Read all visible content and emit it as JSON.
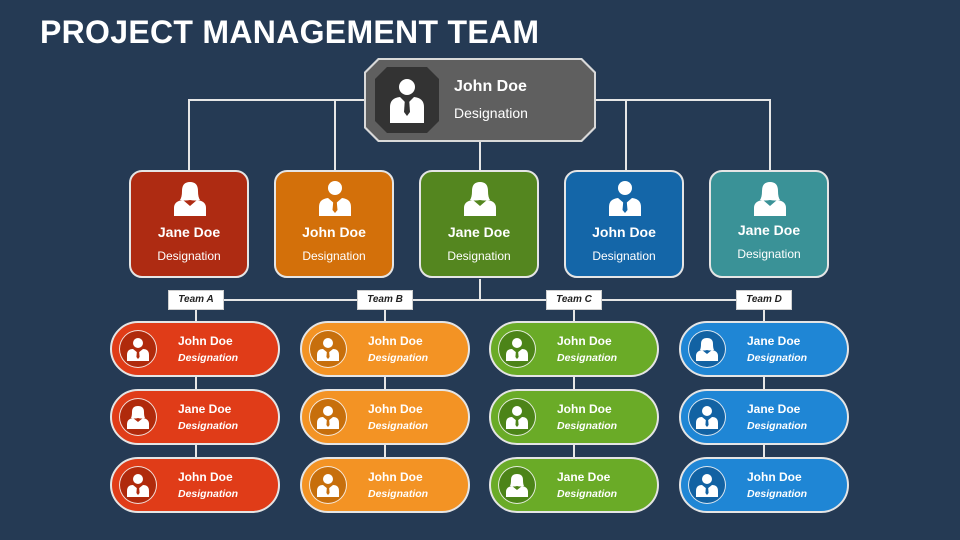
{
  "title": "PROJECT MANAGEMENT TEAM",
  "colors": {
    "background": "#253a54",
    "head": "#5f5f5f",
    "red": "#ae2b12",
    "orange": "#d3700a",
    "green": "#54861f",
    "blue": "#1466a8",
    "teal": "#3a9297",
    "pill_red": "#e03c18",
    "pill_orange": "#f39324",
    "pill_green": "#6aab27",
    "pill_blue": "#1f86d5"
  },
  "head": {
    "name": "John Doe",
    "designation": "Designation",
    "icon": "male-user-icon"
  },
  "managers": [
    {
      "name": "Jane Doe",
      "designation": "Designation",
      "icon": "female-user-icon",
      "color": "#ae2b12"
    },
    {
      "name": "John Doe",
      "designation": "Designation",
      "icon": "male-user-icon",
      "color": "#d3700a"
    },
    {
      "name": "Jane Doe",
      "designation": "Designation",
      "icon": "female-user-icon",
      "color": "#54861f"
    },
    {
      "name": "John Doe",
      "designation": "Designation",
      "icon": "male-user-icon",
      "color": "#1466a8"
    },
    {
      "name": "Jane Doe",
      "designation": "Designation",
      "icon": "female-user-icon",
      "color": "#3a9297"
    }
  ],
  "teams": [
    {
      "label": "Team A",
      "members": [
        {
          "name": "John Doe",
          "designation": "Designation",
          "icon": "male-user-icon"
        },
        {
          "name": "Jane Doe",
          "designation": "Designation",
          "icon": "female-user-icon"
        },
        {
          "name": "John Doe",
          "designation": "Designation",
          "icon": "male-user-icon"
        }
      ]
    },
    {
      "label": "Team B",
      "members": [
        {
          "name": "John Doe",
          "designation": "Designation",
          "icon": "male-user-icon"
        },
        {
          "name": "John Doe",
          "designation": "Designation",
          "icon": "male-user-icon"
        },
        {
          "name": "John Doe",
          "designation": "Designation",
          "icon": "male-user-icon"
        }
      ]
    },
    {
      "label": "Team C",
      "members": [
        {
          "name": "John Doe",
          "designation": "Designation",
          "icon": "male-user-icon"
        },
        {
          "name": "John Doe",
          "designation": "Designation",
          "icon": "male-user-icon"
        },
        {
          "name": "Jane Doe",
          "designation": "Designation",
          "icon": "female-user-icon"
        }
      ]
    },
    {
      "label": "Team D",
      "members": [
        {
          "name": "Jane Doe",
          "designation": "Designation",
          "icon": "female-user-icon"
        },
        {
          "name": "Jane Doe",
          "designation": "Designation",
          "icon": "female-user-icon"
        },
        {
          "name": "John Doe",
          "designation": "Designation",
          "icon": "male-user-icon"
        }
      ]
    }
  ]
}
